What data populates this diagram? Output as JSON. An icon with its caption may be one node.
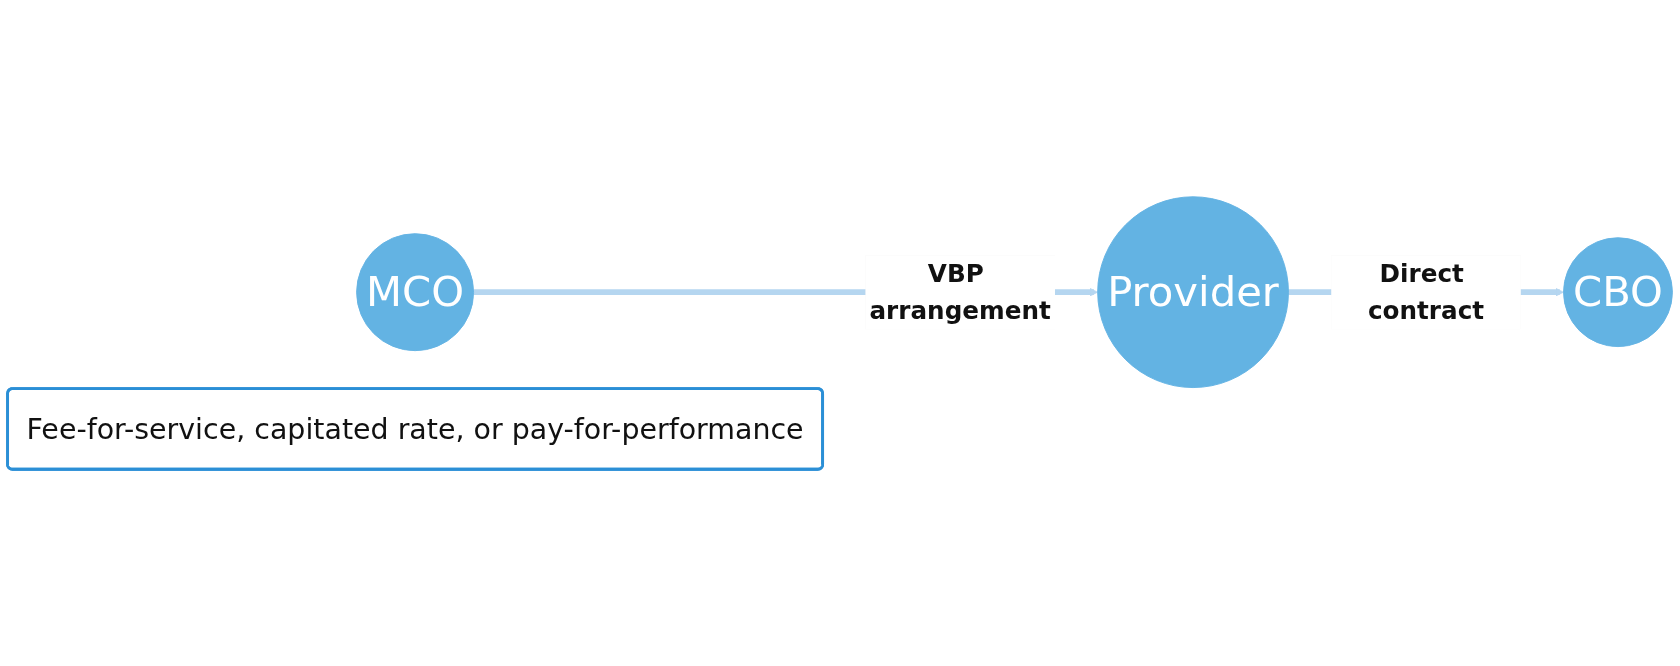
{
  "diagram": {
    "nodes": [
      {
        "text": [
          "MCO"
        ]
      },
      {
        "text": [
          "Provider"
        ]
      },
      {
        "text": [
          "CBO"
        ]
      },
      {
        "text": [
          "Fee-for-service, capitated rate, or pay-for-performance"
        ]
      }
    ],
    "edges": [
      {
        "from": 0,
        "to": 1,
        "arrow": "to",
        "label": "VBP arrangement"
      },
      {
        "from": 1,
        "to": 2,
        "arrow": "to",
        "label": "Direct contract"
      }
    ]
  }
}
